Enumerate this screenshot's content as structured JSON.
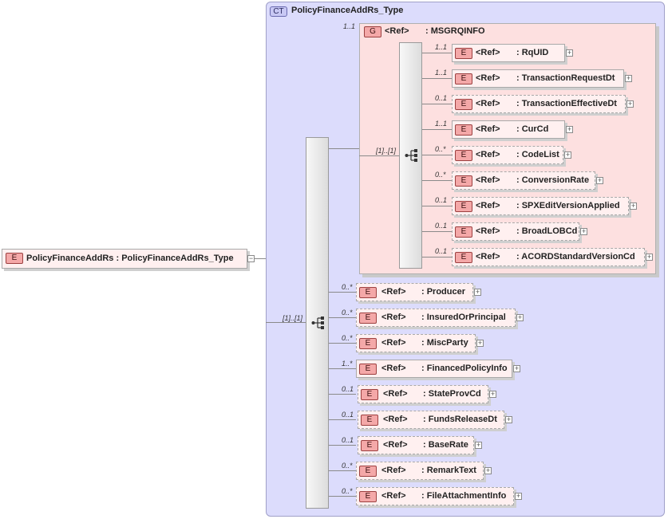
{
  "complex_type": {
    "badge": "CT",
    "name": "PolicyFinanceAddRs_Type"
  },
  "root_element": {
    "badge": "E",
    "label": "PolicyFinanceAddRs : PolicyFinanceAddRs_Type",
    "toggle": "−"
  },
  "outer_sequence": {
    "cardinality": "[1]..[1]"
  },
  "group": {
    "cardinality": "1..1",
    "badge": "G",
    "ref": "<Ref>",
    "name": ": MSGRQINFO",
    "sequence_cardinality": "[1]..[1]",
    "items": [
      {
        "mult": "1..1",
        "badge": "E",
        "ref": "<Ref>",
        "name": ": RqUID",
        "optional": false
      },
      {
        "mult": "1..1",
        "badge": "E",
        "ref": "<Ref>",
        "name": ": TransactionRequestDt",
        "optional": false
      },
      {
        "mult": "0..1",
        "badge": "E",
        "ref": "<Ref>",
        "name": ": TransactionEffectiveDt",
        "optional": true
      },
      {
        "mult": "1..1",
        "badge": "E",
        "ref": "<Ref>",
        "name": ": CurCd",
        "optional": false
      },
      {
        "mult": "0..*",
        "badge": "E",
        "ref": "<Ref>",
        "name": ": CodeList",
        "optional": true
      },
      {
        "mult": "0..*",
        "badge": "E",
        "ref": "<Ref>",
        "name": ": ConversionRate",
        "optional": true
      },
      {
        "mult": "0..1",
        "badge": "E",
        "ref": "<Ref>",
        "name": ": SPXEditVersionApplied",
        "optional": true
      },
      {
        "mult": "0..1",
        "badge": "E",
        "ref": "<Ref>",
        "name": ": BroadLOBCd",
        "optional": true
      },
      {
        "mult": "0..1",
        "badge": "E",
        "ref": "<Ref>",
        "name": ": ACORDStandardVersionCd",
        "optional": true
      }
    ]
  },
  "items": [
    {
      "mult": "0..*",
      "badge": "E",
      "ref": "<Ref>",
      "name": ": Producer",
      "optional": true
    },
    {
      "mult": "0..*",
      "badge": "E",
      "ref": "<Ref>",
      "name": ": InsuredOrPrincipal",
      "optional": true
    },
    {
      "mult": "0..*",
      "badge": "E",
      "ref": "<Ref>",
      "name": ": MiscParty",
      "optional": true
    },
    {
      "mult": "1..*",
      "badge": "E",
      "ref": "<Ref>",
      "name": ": FinancedPolicyInfo",
      "optional": false
    },
    {
      "mult": "0..1",
      "badge": "E",
      "ref": "<Ref>",
      "name": ": StateProvCd",
      "optional": true
    },
    {
      "mult": "0..1",
      "badge": "E",
      "ref": "<Ref>",
      "name": ": FundsReleaseDt",
      "optional": true
    },
    {
      "mult": "0..1",
      "badge": "E",
      "ref": "<Ref>",
      "name": ": BaseRate",
      "optional": true
    },
    {
      "mult": "0..*",
      "badge": "E",
      "ref": "<Ref>",
      "name": ": RemarkText",
      "optional": true
    },
    {
      "mult": "0..*",
      "badge": "E",
      "ref": "<Ref>",
      "name": ": FileAttachmentInfo",
      "optional": true
    }
  ],
  "expand_glyph": "+",
  "colors": {
    "ct_background": "#dcdcfc",
    "group_background": "#fde0e0",
    "element_background": "#fff0f0",
    "element_badge": "#f4a8a8"
  }
}
